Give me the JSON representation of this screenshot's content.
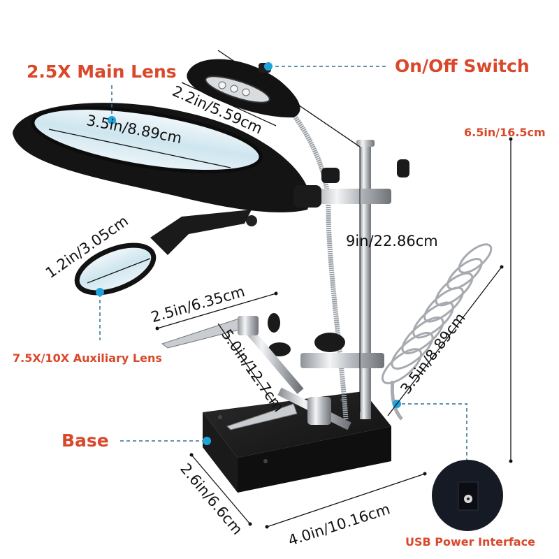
{
  "product": {
    "description": "Illuminated magnifier helping-hands soldering station"
  },
  "colors": {
    "callout": "#d9482b",
    "leader_dash": "#2f6f95",
    "marker_dot": "#1fa3dc",
    "dimension_line": "#111111",
    "body_black": "#151515",
    "chrome": "#c9ccd0"
  },
  "callouts": {
    "main_lens": "2.5X Main Lens",
    "switch": "On/Off Switch",
    "aux_lens": "7.5X/10X Auxiliary Lens",
    "base": "Base",
    "usb": "USB Power Interface",
    "height_overall": "6.5in/16.5cm"
  },
  "dimensions": {
    "led_lamp": "2.2in/5.59cm",
    "main_lens_diameter": "3.5in/8.89cm",
    "aux_lens_diameter": "1.2in/3.05cm",
    "gooseneck": "9in/22.86cm",
    "clip_arm": "2.5in/6.35cm",
    "clip_rod": "5.0in/12.7cm",
    "solder_holder": "3.5in/8.89cm",
    "base_depth": "2.6in/6.6cm",
    "base_width": "4.0in/10.16cm"
  }
}
